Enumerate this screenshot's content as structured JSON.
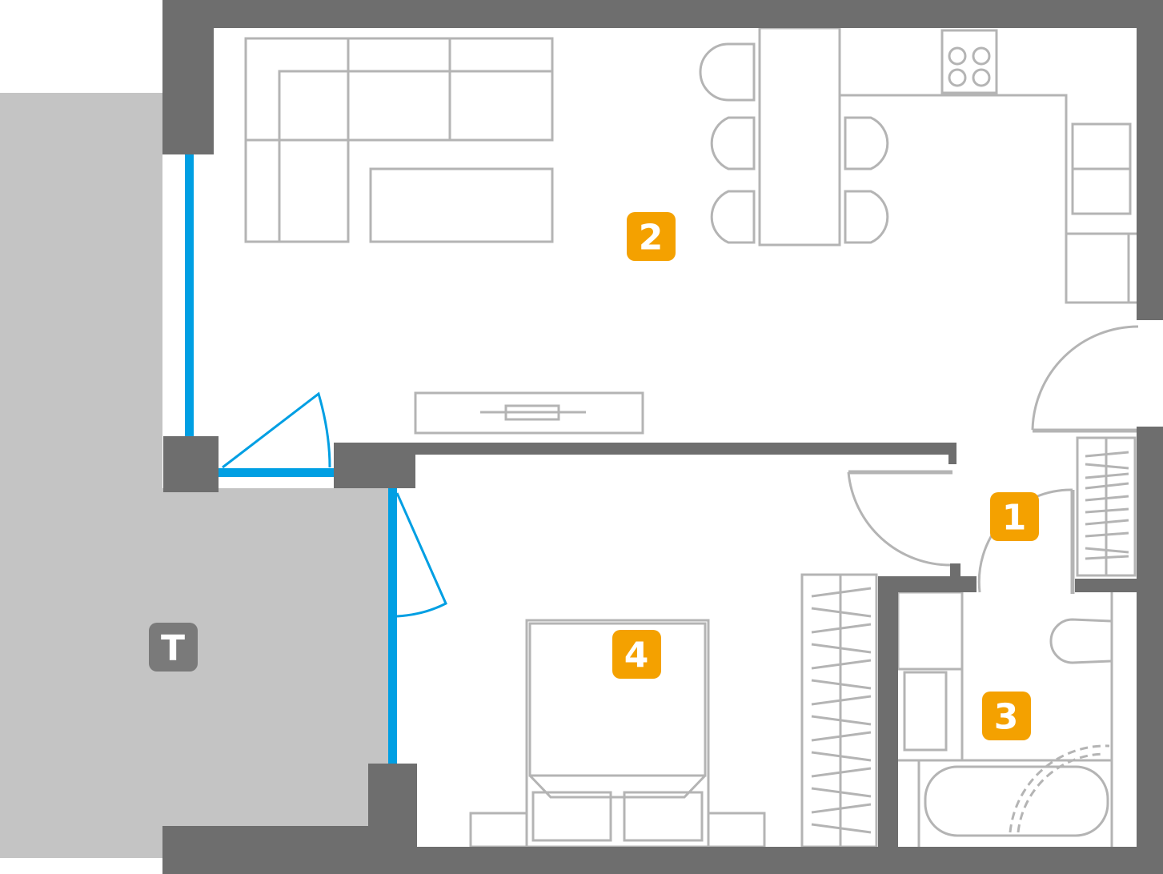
{
  "colors": {
    "wall": "#6e6e6e",
    "furniture": "#b4b4b4",
    "window": "#009fe3",
    "room_badge": "#f4a100",
    "terrace_badge": "#7a7a7a",
    "terrace": "#c4c4c4"
  },
  "rooms": [
    {
      "label": "1"
    },
    {
      "label": "2"
    },
    {
      "label": "3"
    },
    {
      "label": "4"
    }
  ],
  "terrace": {
    "label": "T"
  }
}
